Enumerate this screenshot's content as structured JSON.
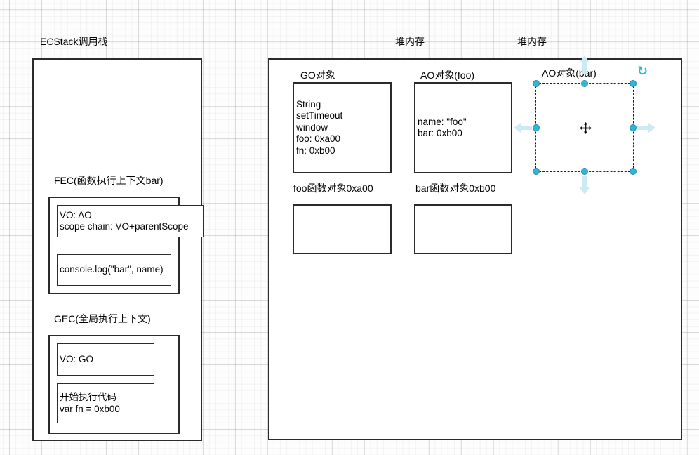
{
  "colors": {
    "accent": "#2fb6d9",
    "accent_faded": "#cde9f3",
    "ink": "#2b2b2b"
  },
  "stack": {
    "title": "ECStack调用栈",
    "fec": {
      "title": "FEC(函数执行上下文bar)",
      "vo_line1": "VO: AO",
      "vo_line2": "scope chain: VO+parentScope",
      "code": "console.log(\"bar\", name)"
    },
    "gec": {
      "title": "GEC(全局执行上下文)",
      "vo_line1": "VO: GO",
      "code_line1": "开始执行代码",
      "code_line2": "var fn = 0xb00"
    }
  },
  "heap": {
    "label_left": "堆内存",
    "label_right": "堆内存",
    "go": {
      "title": "GO对象",
      "lines": [
        "String",
        "setTimeout",
        "window",
        "foo: 0xa00",
        "fn: 0xb00"
      ]
    },
    "ao_foo": {
      "title": "AO对象(foo)",
      "line1": "name: \"foo\"",
      "line2": "bar: 0xb00"
    },
    "ao_bar": {
      "title": "AO对象(bar)"
    },
    "foo_fn": {
      "title": "foo函数对象0xa00"
    },
    "bar_fn": {
      "title": "bar函数对象0xb00"
    }
  },
  "selection": {
    "rotate_glyph": "↻"
  }
}
